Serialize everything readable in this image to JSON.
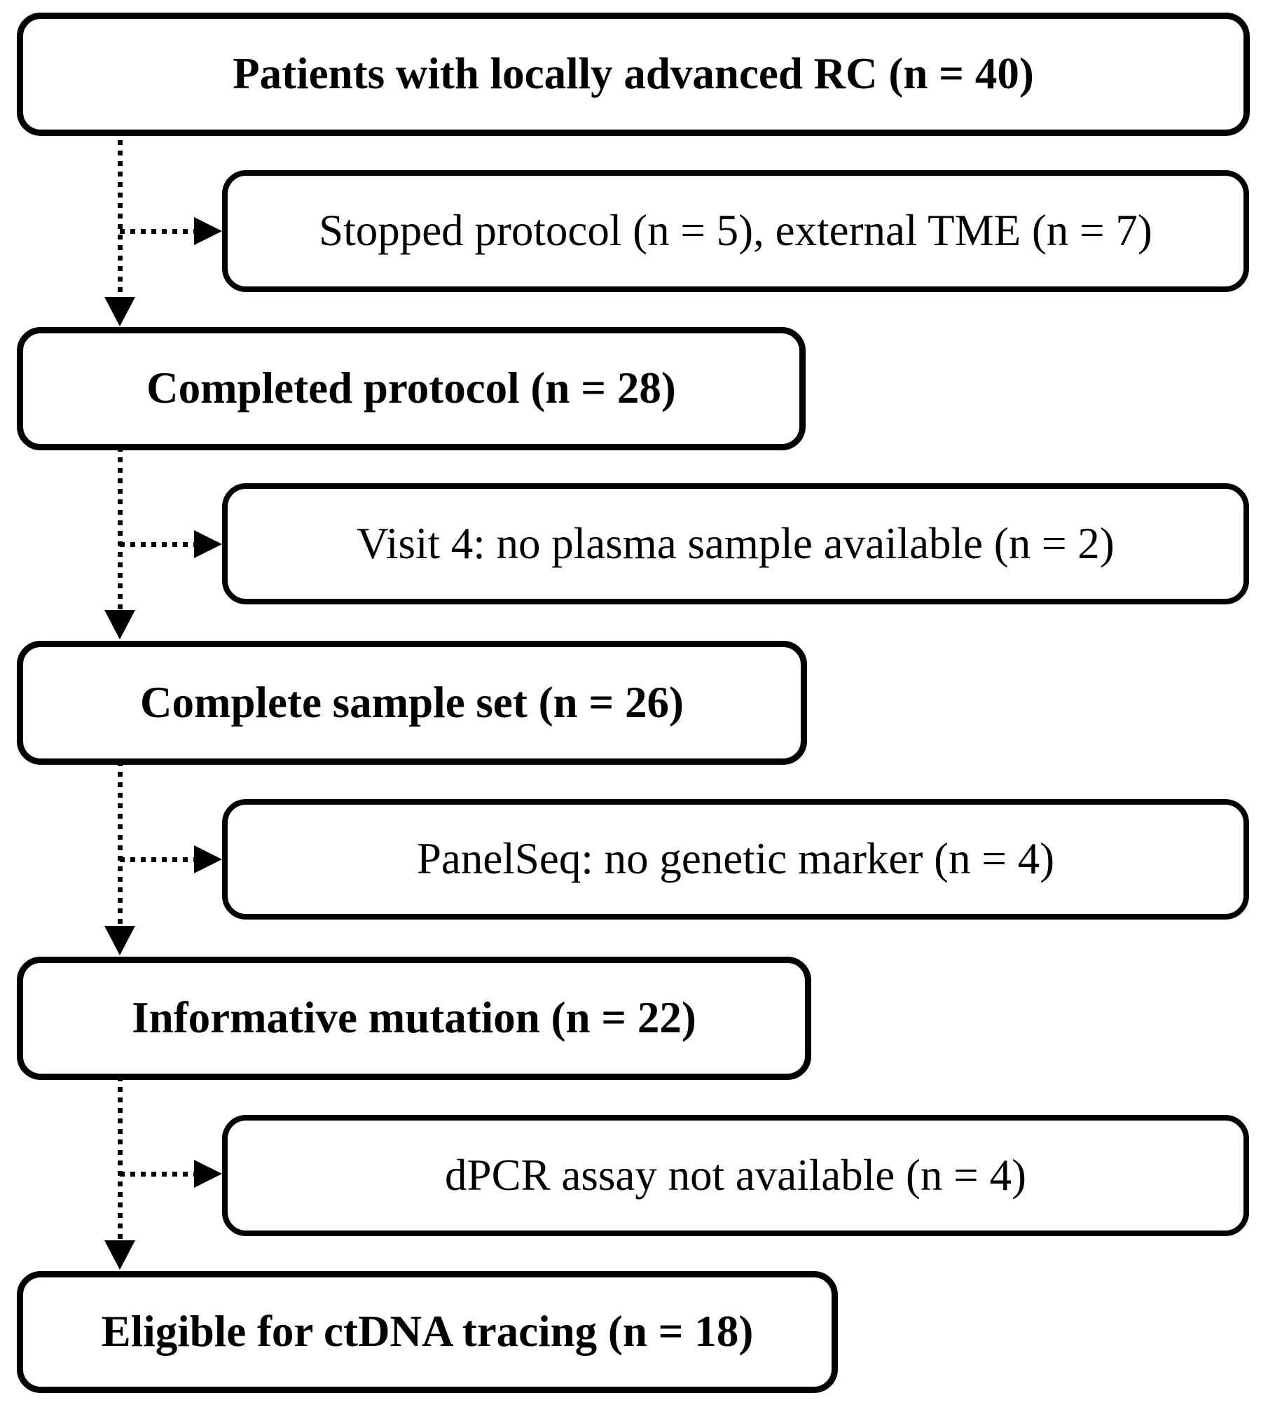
{
  "diagram": {
    "nodes": [
      {
        "label": "Patients with locally advanced RC (n = 40)"
      },
      {
        "label": "Completed protocol (n = 28)"
      },
      {
        "label": "Complete sample set (n = 26)"
      },
      {
        "label": "Informative mutation (n = 22)"
      },
      {
        "label": "Eligible for ctDNA tracing (n = 18)"
      }
    ],
    "exclusions": [
      {
        "label": "Stopped protocol (n = 5), external TME (n = 7)"
      },
      {
        "label": "Visit 4: no plasma sample available (n = 2)"
      },
      {
        "label": "PanelSeq: no genetic marker (n = 4)"
      },
      {
        "label": "dPCR assay not available (n = 4)"
      }
    ],
    "colors": {
      "line": "#000000",
      "text": "#000000",
      "box_fill": "#ffffff",
      "background": "#ffffff"
    }
  }
}
